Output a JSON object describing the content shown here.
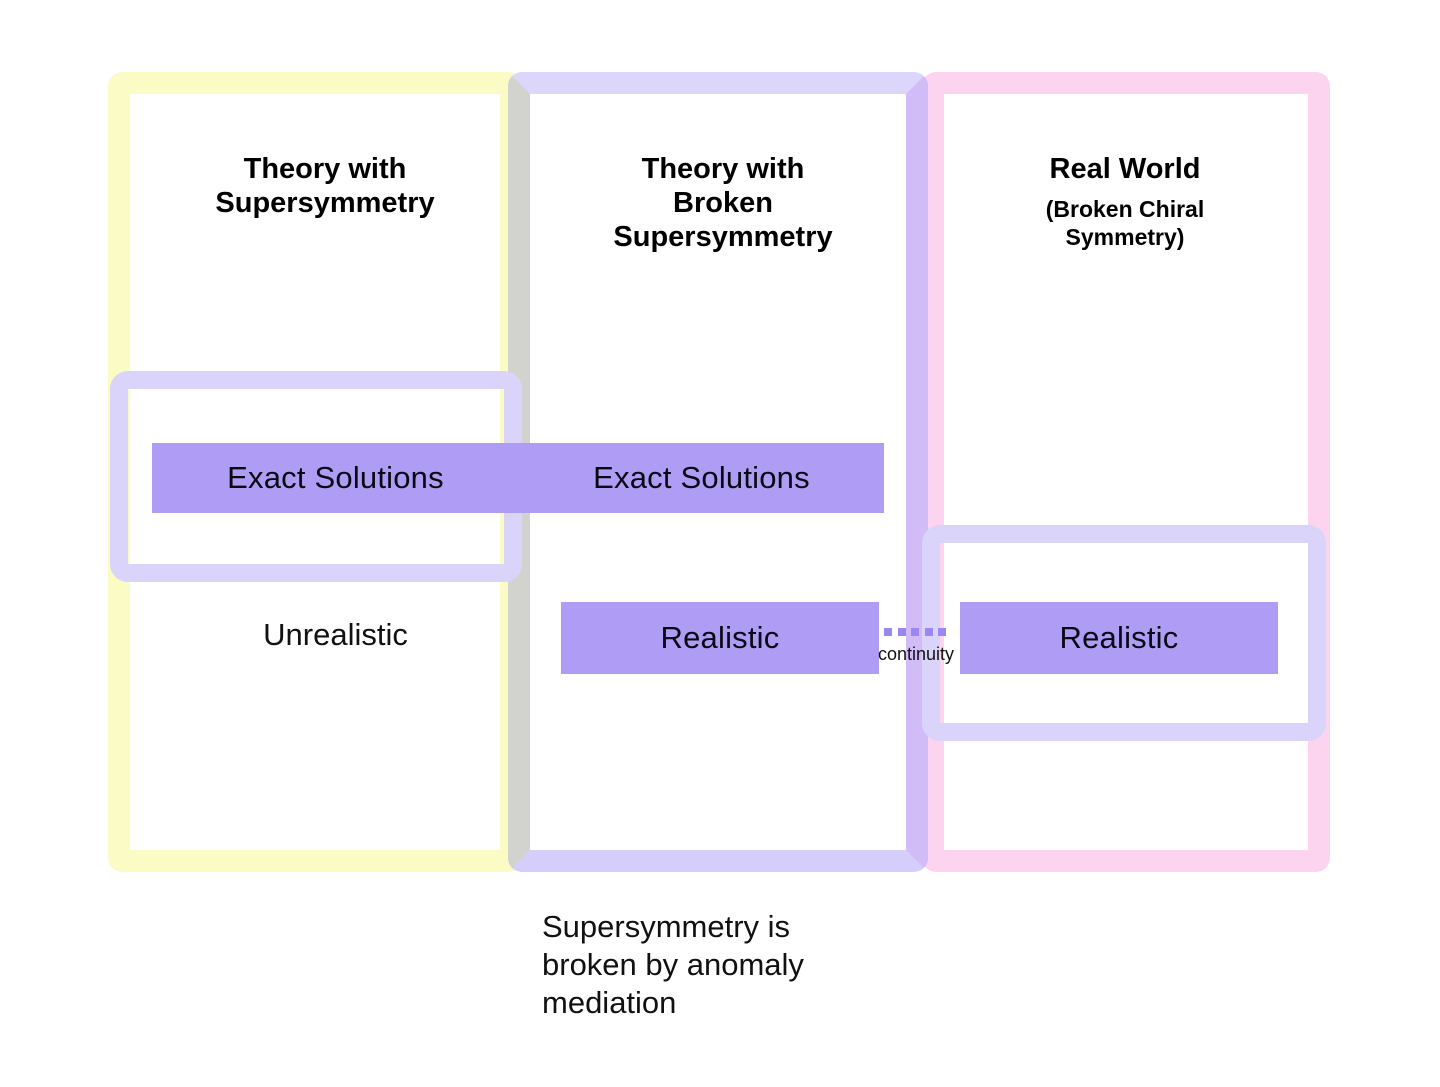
{
  "diagram": {
    "columns": [
      {
        "id": "theory-with-supersymmetry",
        "title": "Theory with\nSupersymmetry",
        "subtitle": "",
        "frame_color": "#FBFBC6",
        "rows": [
          {
            "label": "Exact Solutions",
            "highlighted": true
          },
          {
            "label": "Unrealistic",
            "highlighted": false
          }
        ]
      },
      {
        "id": "theory-with-broken-supersymmetry",
        "title": "Theory with\nBroken\nSupersymmetry",
        "subtitle": "",
        "frame_color": "#D2BCF7",
        "rows": [
          {
            "label": "Exact Solutions",
            "highlighted": true
          },
          {
            "label": "Realistic",
            "highlighted": true
          }
        ]
      },
      {
        "id": "real-world",
        "title": "Real World",
        "subtitle": "(Broken Chiral\nSymmetry)",
        "frame_color": "#FCD4F0",
        "rows": [
          {
            "label": "",
            "highlighted": false
          },
          {
            "label": "Realistic",
            "highlighted": true
          }
        ]
      }
    ],
    "groups": [
      {
        "id": "exact-solutions-group",
        "color": "#DAD4FA"
      },
      {
        "id": "realistic-group",
        "color": "#DAD4FA"
      }
    ],
    "connector": {
      "label": "continuity",
      "style": "dotted",
      "dot_count": 5,
      "dot_color": "#9B87F2"
    },
    "caption": "Supersymmetry is\nbroken by anomaly\nmediation",
    "colors": {
      "yellow_frame": "#FBFBC6",
      "gray_frame": "#D2D2CF",
      "purple_frame": "#D2BCF7",
      "pale_lavender_frame": "#DCD6FB",
      "pink_frame": "#FCD4F0",
      "highlight_bar": "#AE9CF5",
      "group_outline": "#DAD4FA",
      "background": "#FFFFFF",
      "text": "#000000"
    }
  }
}
